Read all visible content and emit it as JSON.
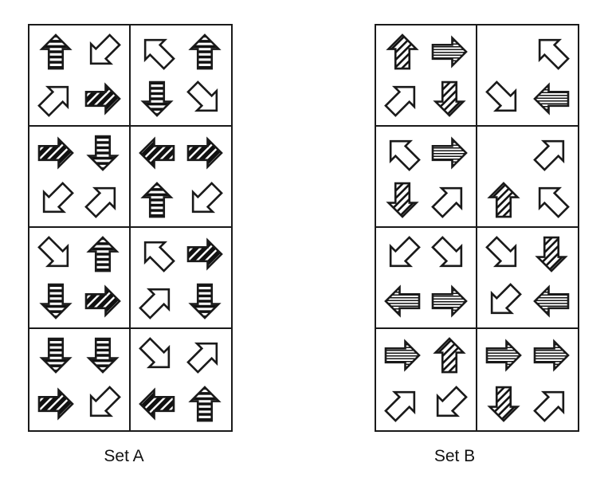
{
  "figure": {
    "description": "Two labelled sets of 2x4 grids, each cell containing patterned arrows",
    "slot_order": [
      "top-left",
      "top-right",
      "bottom-left",
      "bottom-right"
    ],
    "sets": [
      {
        "label": "Set A",
        "pattern_set": "A",
        "stripe_style": "bold horizontal stripes",
        "hatch_style": "dark bold diagonal hatch",
        "cells": [
          {
            "arrows": [
              {
                "dir": "up",
                "fill": "stripes"
              },
              {
                "dir": "down-left",
                "fill": "white"
              },
              {
                "dir": "up-right",
                "fill": "white"
              },
              {
                "dir": "right",
                "fill": "hatch"
              }
            ]
          },
          {
            "arrows": [
              {
                "dir": "up-left",
                "fill": "white"
              },
              {
                "dir": "up",
                "fill": "stripes"
              },
              {
                "dir": "down",
                "fill": "stripes"
              },
              {
                "dir": "down-right",
                "fill": "white"
              }
            ]
          },
          {
            "arrows": [
              {
                "dir": "right",
                "fill": "hatch"
              },
              {
                "dir": "down",
                "fill": "stripes"
              },
              {
                "dir": "down-left",
                "fill": "white"
              },
              {
                "dir": "up-right",
                "fill": "white"
              }
            ]
          },
          {
            "arrows": [
              {
                "dir": "left",
                "fill": "hatch"
              },
              {
                "dir": "right",
                "fill": "hatch"
              },
              {
                "dir": "up",
                "fill": "stripes"
              },
              {
                "dir": "down-left",
                "fill": "white"
              }
            ]
          },
          {
            "arrows": [
              {
                "dir": "down-right",
                "fill": "white"
              },
              {
                "dir": "up",
                "fill": "stripes"
              },
              {
                "dir": "down",
                "fill": "stripes"
              },
              {
                "dir": "right",
                "fill": "hatch"
              }
            ]
          },
          {
            "arrows": [
              {
                "dir": "up-left",
                "fill": "white"
              },
              {
                "dir": "right",
                "fill": "hatch"
              },
              {
                "dir": "up-right",
                "fill": "white"
              },
              {
                "dir": "down",
                "fill": "stripes"
              }
            ]
          },
          {
            "arrows": [
              {
                "dir": "down",
                "fill": "stripes"
              },
              {
                "dir": "down",
                "fill": "stripes"
              },
              {
                "dir": "right",
                "fill": "hatch"
              },
              {
                "dir": "down-left",
                "fill": "white"
              }
            ]
          },
          {
            "arrows": [
              {
                "dir": "down-right",
                "fill": "white"
              },
              {
                "dir": "up-right",
                "fill": "white"
              },
              {
                "dir": "left",
                "fill": "hatch"
              },
              {
                "dir": "up",
                "fill": "stripes"
              }
            ]
          }
        ]
      },
      {
        "label": "Set B",
        "pattern_set": "B",
        "stripe_style": "fine horizontal stripes",
        "hatch_style": "light diagonal hatch",
        "cells": [
          {
            "arrows": [
              {
                "dir": "up",
                "fill": "hatch"
              },
              {
                "dir": "right",
                "fill": "stripes"
              },
              {
                "dir": "up-right",
                "fill": "white"
              },
              {
                "dir": "down",
                "fill": "hatch"
              }
            ]
          },
          {
            "arrows": [
              null,
              {
                "dir": "up-left",
                "fill": "white"
              },
              {
                "dir": "down-right",
                "fill": "white"
              },
              {
                "dir": "left",
                "fill": "stripes"
              }
            ]
          },
          {
            "arrows": [
              {
                "dir": "up-left",
                "fill": "white"
              },
              {
                "dir": "right",
                "fill": "stripes"
              },
              {
                "dir": "down",
                "fill": "hatch"
              },
              {
                "dir": "up-right",
                "fill": "white"
              }
            ]
          },
          {
            "arrows": [
              null,
              {
                "dir": "up-right",
                "fill": "white"
              },
              {
                "dir": "up",
                "fill": "hatch"
              },
              {
                "dir": "up-left",
                "fill": "white"
              }
            ]
          },
          {
            "arrows": [
              {
                "dir": "down-left",
                "fill": "white"
              },
              {
                "dir": "down-right",
                "fill": "white"
              },
              {
                "dir": "left",
                "fill": "stripes"
              },
              {
                "dir": "right",
                "fill": "stripes"
              }
            ]
          },
          {
            "arrows": [
              {
                "dir": "down-right",
                "fill": "white"
              },
              {
                "dir": "down",
                "fill": "hatch"
              },
              {
                "dir": "down-left",
                "fill": "white"
              },
              {
                "dir": "left",
                "fill": "stripes"
              }
            ]
          },
          {
            "arrows": [
              {
                "dir": "right",
                "fill": "stripes"
              },
              {
                "dir": "up",
                "fill": "hatch"
              },
              {
                "dir": "up-right",
                "fill": "white"
              },
              {
                "dir": "down-left",
                "fill": "white"
              }
            ]
          },
          {
            "arrows": [
              {
                "dir": "right",
                "fill": "stripes"
              },
              {
                "dir": "right",
                "fill": "stripes"
              },
              {
                "dir": "down",
                "fill": "hatch"
              },
              {
                "dir": "up-right",
                "fill": "white"
              }
            ]
          }
        ]
      }
    ]
  },
  "colors": {
    "line": "#1a1a1a",
    "background": "#ffffff",
    "pattern_dark": "#111111"
  }
}
